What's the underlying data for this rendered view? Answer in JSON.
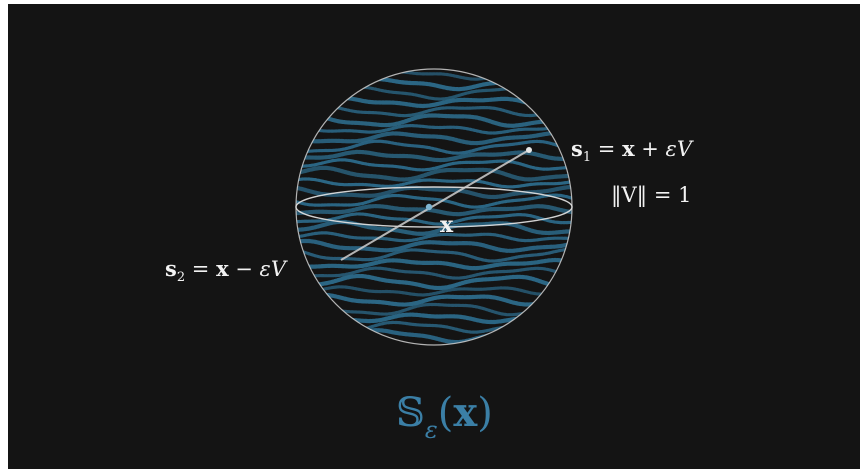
{
  "labels": {
    "s1_bold": "s",
    "s1_sub": "1",
    "s1_rest": " = ",
    "s1_x": "x",
    "s1_op": " + ",
    "s1_eps": "εV",
    "norm": "‖V‖ = 1",
    "s2_bold": "s",
    "s2_sub": "2",
    "s2_rest": " = ",
    "s2_x": "x",
    "s2_op": " − ",
    "s2_eps": "εV",
    "center": "x",
    "sphere_S": "𝕊",
    "sphere_sub": "ε",
    "sphere_arg_open": "(",
    "sphere_arg_x": "x",
    "sphere_arg_close": ")"
  },
  "colors": {
    "background": "#141414",
    "stripes": "#2c6a8a",
    "outline": "#cfcfcf",
    "label": "#f2f2f2",
    "title": "#3b7fa6"
  },
  "icons": [
    "sphere-shape",
    "equator-ellipse",
    "direction-line",
    "point-markers"
  ]
}
